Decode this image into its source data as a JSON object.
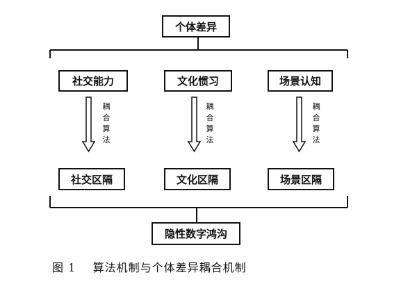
{
  "top_node": "个体差异",
  "capabilities": [
    "社交能力",
    "文化惯习",
    "场景认知"
  ],
  "coupling_algorithm_label": "耦合算法",
  "gaps": [
    "社交区隔",
    "文化区隔",
    "场景区隔"
  ],
  "bottom_node": "隐性数字鸿沟",
  "figure_caption": "图 1    算法机制与个体差异耦合机制"
}
